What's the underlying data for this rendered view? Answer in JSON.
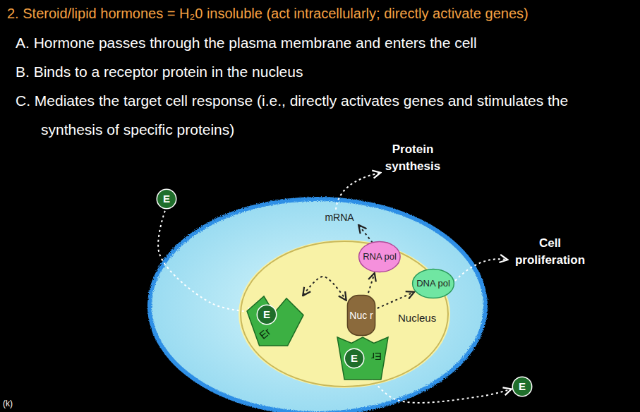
{
  "diagram": {
    "title": "2. Steroid/lipid hormones = H₂0 insoluble (act intracellularly; directly activate genes)",
    "nodes": [
      {
        "text": [
          "Nucleus"
        ]
      },
      {
        "text": [
          "E"
        ]
      },
      {
        "text": [
          "Er"
        ],
        "in": 0
      },
      {
        "text": [
          "E"
        ],
        "in": 0
      },
      {
        "text": [
          "Nuc r"
        ],
        "in": 0
      },
      {
        "text": [
          "Er"
        ],
        "in": 0
      },
      {
        "text": [
          "E"
        ],
        "in": 0
      },
      {
        "text": [
          "RNA pol"
        ],
        "in": 0
      },
      {
        "text": [
          "DNA pol"
        ],
        "in": 0
      },
      {
        "text": [
          "E"
        ]
      }
    ],
    "edges": [
      {
        "from": 1,
        "to": 3,
        "arrow": "to"
      },
      {
        "from": 2,
        "to": 4,
        "arrow": "both"
      },
      {
        "from": 4,
        "to": 7,
        "arrow": "to"
      },
      {
        "from": 4,
        "to": 8,
        "arrow": "to"
      },
      {
        "from": 6,
        "to": 9,
        "arrow": "to"
      }
    ],
    "labels": [
      "A. Hormone passes through the plasma membrane and enters the cell",
      "B. Binds to a receptor protein in the nucleus",
      "C. Mediates the target cell response (i.e., directly activates genes and stimulates the synthesis of specific proteins)",
      "Protein synthesis",
      "mRNA",
      "Cell proliferation",
      "(k)"
    ]
  }
}
